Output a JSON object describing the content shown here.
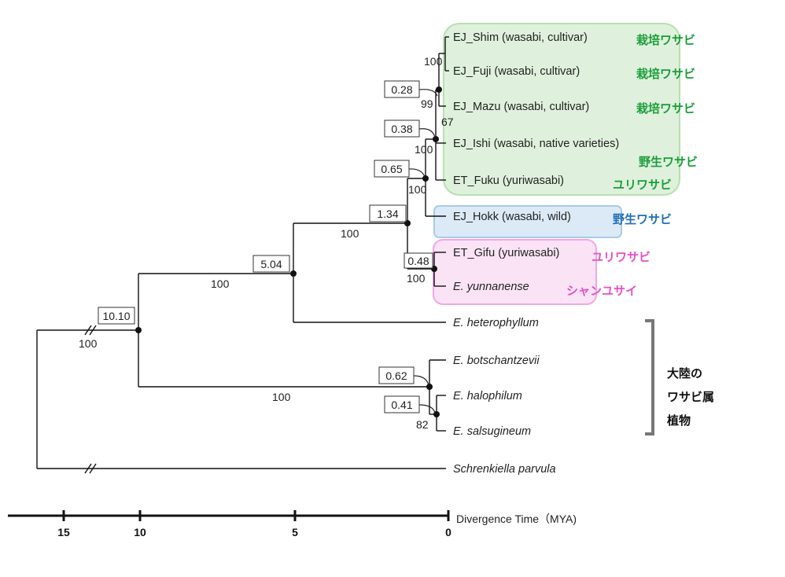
{
  "tips": [
    {
      "id": "ej-shim",
      "label": "EJ_Shim (wasabi, cultivar)",
      "italic": false,
      "jp": "栽培ワサビ",
      "jp_color": "#1a9e3a"
    },
    {
      "id": "ej-fuji",
      "label": "EJ_Fuji (wasabi, cultivar)",
      "italic": false,
      "jp": "栽培ワサビ",
      "jp_color": "#1a9e3a"
    },
    {
      "id": "ej-mazu",
      "label": "EJ_Mazu (wasabi, cultivar)",
      "italic": false,
      "jp": "栽培ワサビ",
      "jp_color": "#1a9e3a"
    },
    {
      "id": "ej-ishi",
      "label": "EJ_Ishi (wasabi, native varieties)",
      "italic": false,
      "jp": "野生ワサビ",
      "jp_color": "#1a9e3a"
    },
    {
      "id": "et-fuku",
      "label": "ET_Fuku (yuriwasabi)",
      "italic": false,
      "jp": "ユリワサビ",
      "jp_color": "#1a9e3a"
    },
    {
      "id": "ej-hokk",
      "label": "EJ_Hokk (wasabi, wild)",
      "italic": false,
      "jp": "野生ワサビ",
      "jp_color": "#1f6fb8"
    },
    {
      "id": "et-gifu",
      "label": "ET_Gifu (yuriwasabi)",
      "italic": false,
      "jp": "ユリワサビ",
      "jp_color": "#e64fc8"
    },
    {
      "id": "e-yunnanense",
      "label": "E. yunnanense",
      "italic": true,
      "jp": "シャンユサイ",
      "jp_color": "#e64fc8"
    },
    {
      "id": "e-heterophyllum",
      "label": "E. heterophyllum",
      "italic": true,
      "jp": "",
      "jp_color": ""
    },
    {
      "id": "e-botschantzevii",
      "label": "E. botschantzevii",
      "italic": true,
      "jp": "",
      "jp_color": ""
    },
    {
      "id": "e-halophilum",
      "label": "E. halophilum",
      "italic": true,
      "jp": "",
      "jp_color": ""
    },
    {
      "id": "e-salsugineum",
      "label": "E. salsugineum",
      "italic": true,
      "jp": "",
      "jp_color": ""
    },
    {
      "id": "schrenkiella-parvula",
      "label": "Schrenkiella parvula",
      "italic": true,
      "jp": "",
      "jp_color": ""
    }
  ],
  "node_ages": {
    "root_split": "10.10",
    "eutrema_crown": "5.04",
    "japan_clade": "1.34",
    "wasabi_clade": "0.65",
    "cultivar_clade": "0.38",
    "shim_fuji_mazu": "0.28",
    "gifu_yunnanense": "0.48",
    "continental_clade": "0.62",
    "halophilum_salsugineum": "0.41"
  },
  "support_values": {
    "root_split": "100",
    "eutrema_crown": "100",
    "continental_stem": "100",
    "japan_clade": "100",
    "wasabi_clade": "100",
    "cultivar_clade": "100",
    "shim_fuji": "100",
    "shim_fuji_mazu": "99",
    "ishi_position": "67",
    "gifu_yunnanense": "100",
    "halophilum_salsugineum": "82"
  },
  "group_label": {
    "lines": [
      "大陸の",
      "ワサビ属",
      "植物"
    ]
  },
  "axis": {
    "ticks": [
      "15",
      "10",
      "5",
      "0"
    ],
    "title": "Divergence Time（MYA)"
  },
  "colors": {
    "green_box_fill": "#dff1dc",
    "green_box_stroke": "#b6e1b0",
    "blue_box_fill": "#dceaf7",
    "blue_box_stroke": "#a9cbea",
    "pink_box_fill": "#fbe3f6",
    "pink_box_stroke": "#f2a7e6",
    "bracket": "#777777"
  }
}
